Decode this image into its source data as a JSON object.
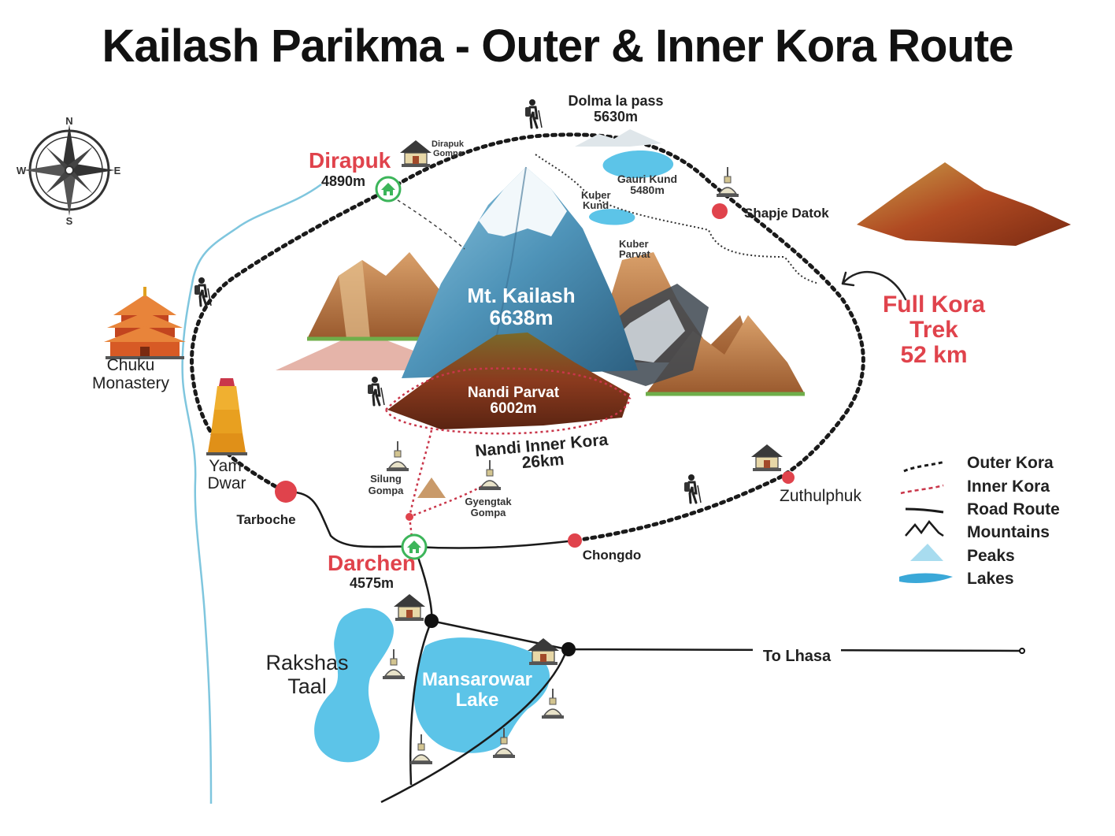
{
  "title": "Kailash Parikma - Outer & Inner Kora Route",
  "compass": {
    "n": "N",
    "s": "S",
    "e": "E",
    "w": "W"
  },
  "places": {
    "dirapuk": {
      "name": "Dirapuk",
      "elev": "4890m"
    },
    "dirapuk_gompa": {
      "line1": "Dirapuk",
      "line2": "Gompa"
    },
    "dolma_la": {
      "name": "Dolma la pass",
      "elev": "5630m"
    },
    "gauri_kund": {
      "name": "Gauri Kund",
      "elev": "5480m"
    },
    "kuber_kund": {
      "line1": "Kuber",
      "line2": "Kund"
    },
    "kuber_parvat": {
      "line1": "Kuber",
      "line2": "Parvat"
    },
    "shapje_datok": "Shapje Datok",
    "mt_kailash": {
      "name": "Mt. Kailash",
      "elev": "6638m"
    },
    "nandi_parvat": {
      "name": "Nandi Parvat",
      "elev": "6002m"
    },
    "nandi_inner_kora": {
      "line1": "Nandi Inner Kora",
      "line2": "26km"
    },
    "full_kora": {
      "line1": "Full Kora",
      "line2": "Trek",
      "line3": "52 km"
    },
    "chuku": {
      "line1": "Chuku",
      "line2": "Monastery"
    },
    "yam_dwar": {
      "line1": "Yam",
      "line2": "Dwar"
    },
    "tarboche": "Tarboche",
    "silung": {
      "line1": "Silung",
      "line2": "Gompa"
    },
    "gyengtak": {
      "line1": "Gyengtak",
      "line2": "Gompa"
    },
    "zuthulphuk": "Zuthulphuk",
    "chongdo": "Chongdo",
    "darchen": {
      "name": "Darchen",
      "elev": "4575m"
    },
    "rakshas": {
      "line1": "Rakshas",
      "line2": "Taal"
    },
    "mansarowar": {
      "line1": "Mansarowar",
      "line2": "Lake"
    },
    "to_lhasa": "To Lhasa"
  },
  "legend": {
    "outer": "Outer Kora",
    "inner": "Inner Kora",
    "road": "Road Route",
    "mountains": "Mountains",
    "peaks": "Peaks",
    "lakes": "Lakes"
  },
  "colors": {
    "accent_red": "#e0434c",
    "water": "#5cc4e8",
    "river": "#7fc6de",
    "mountain_blue": "#5b9dbf",
    "mountain_brown": "#b57a45",
    "home_green": "#3cb55a"
  }
}
